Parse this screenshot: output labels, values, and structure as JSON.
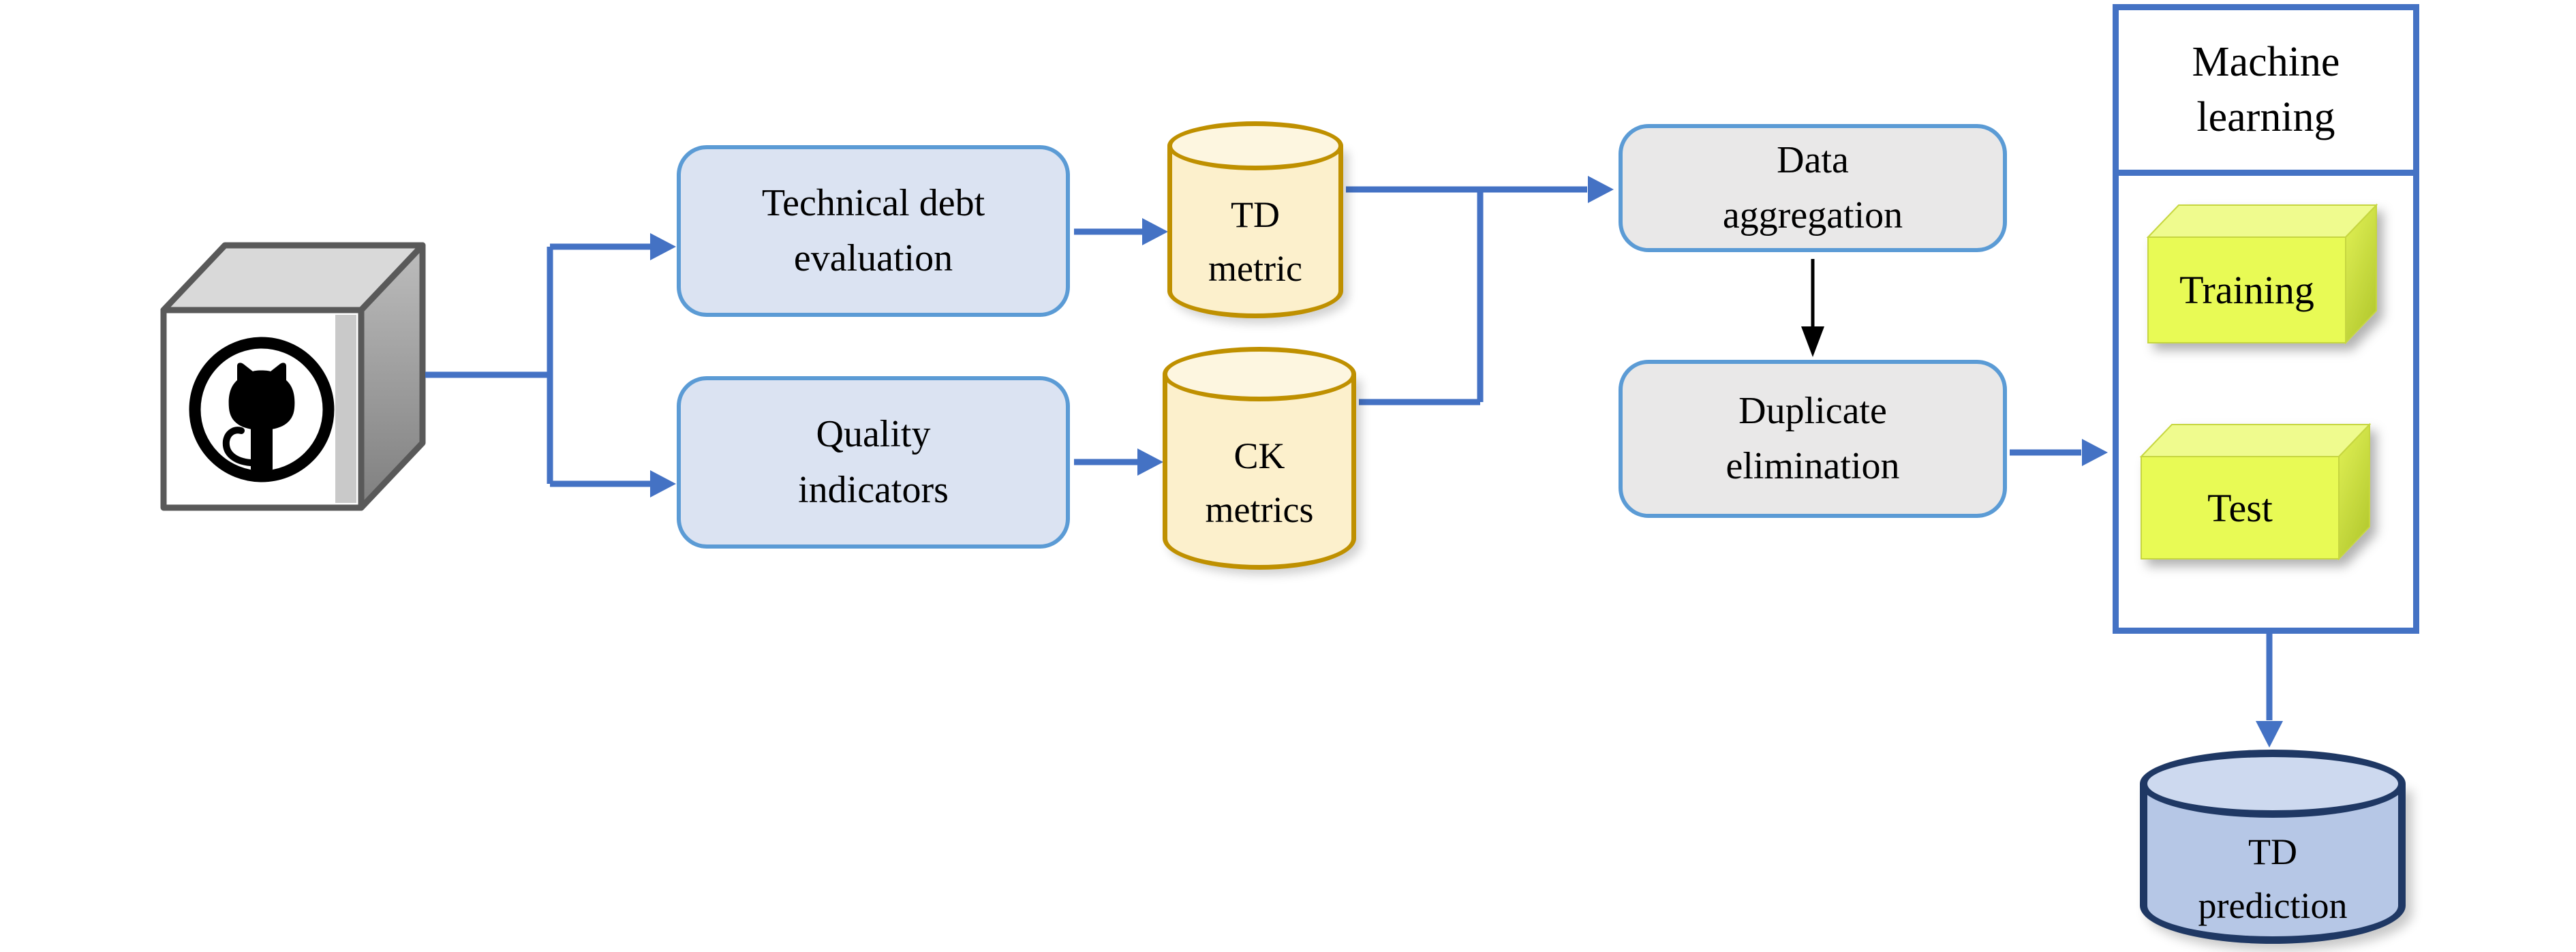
{
  "nodes": {
    "source": {
      "icon": "github-octocat-icon"
    },
    "technical_debt_evaluation": {
      "line1": "Technical debt",
      "line2": "evaluation"
    },
    "quality_indicators": {
      "line1": "Quality",
      "line2": "indicators"
    },
    "td_metric": {
      "line1": "TD",
      "line2": "metric"
    },
    "ck_metrics": {
      "line1": "CK",
      "line2": "metrics"
    },
    "data_aggregation": {
      "line1": "Data",
      "line2": "aggregation"
    },
    "duplicate_elimination": {
      "line1": "Duplicate",
      "line2": "elimination"
    },
    "machine_learning": {
      "line1": "Machine",
      "line2": "learning"
    },
    "training": {
      "label": "Training"
    },
    "test": {
      "label": "Test"
    },
    "td_prediction": {
      "line1": "TD",
      "line2": "prediction"
    }
  },
  "edges": [
    {
      "from": "github-source",
      "to": "technical-debt-evaluation"
    },
    {
      "from": "github-source",
      "to": "quality-indicators"
    },
    {
      "from": "technical-debt-evaluation",
      "to": "td-metric"
    },
    {
      "from": "quality-indicators",
      "to": "ck-metrics"
    },
    {
      "from": "td-metric",
      "to": "data-aggregation"
    },
    {
      "from": "ck-metrics",
      "to": "data-aggregation"
    },
    {
      "from": "data-aggregation",
      "to": "duplicate-elimination"
    },
    {
      "from": "duplicate-elimination",
      "to": "machine-learning"
    },
    {
      "from": "machine-learning",
      "to": "td-prediction"
    }
  ],
  "colors": {
    "connector_blue": "#4472c4",
    "black_arrow": "#000000",
    "process_box_border": "#5b9bd5",
    "process_box_fill_blue": "#dbe3f2",
    "process_box_fill_gray": "#e9e8e8",
    "cylinder_gold_border": "#bf9000",
    "cylinder_gold_fill": "#fcf0cc",
    "cylinder_gold_top": "#fdf6e0",
    "cylinder_navy_border": "#1f3864",
    "cylinder_navy_fill": "#b6c7e6",
    "ml_container_border": "#4472c4",
    "cube_front": "#ffffff",
    "cube_top": "#d9d9d9",
    "cube_edge": "#595959",
    "box3d_front": "#e8fa55",
    "box3d_top": "#effb8e"
  }
}
